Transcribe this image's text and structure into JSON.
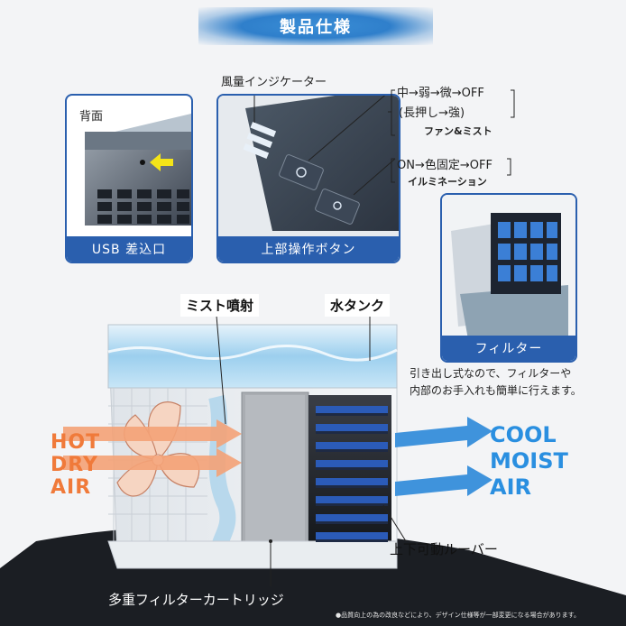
{
  "title": "製品仕様",
  "back_panel": {
    "corner_label": "背面",
    "caption": "USB 差込口"
  },
  "top_panel": {
    "caption": "上部操作ボタン",
    "wind_indicator_label": "風量インジケーター",
    "fan_sequence": "中→弱→微→OFF",
    "fan_long_press": "(長押し→強)",
    "fan_label": "ファン&ミスト",
    "light_sequence": "ON→色固定→OFF",
    "light_label": "イルミネーション"
  },
  "filter_panel": {
    "caption": "フィルター"
  },
  "filter_note": [
    "引き出し式なので、フィルターや",
    "内部のお手入れも簡単に行えます。"
  ],
  "labels": {
    "mist": "ミスト噴射",
    "water_tank": "水タンク",
    "louver": "上下可動ルーバー",
    "cartridge": "多重フィルターカートリッジ"
  },
  "hot_air": [
    "HOT",
    "DRY",
    "AIR"
  ],
  "cool_air": [
    "COOL",
    "MOIST",
    "AIR"
  ],
  "footnote": "●品質向上の為の改良などにより、デザイン仕様等が一部変更になる場合があります。",
  "colors": {
    "accent_blue": "#2a5fae",
    "hot_orange": "#f07a3a",
    "cool_blue": "#2a8fe0"
  }
}
